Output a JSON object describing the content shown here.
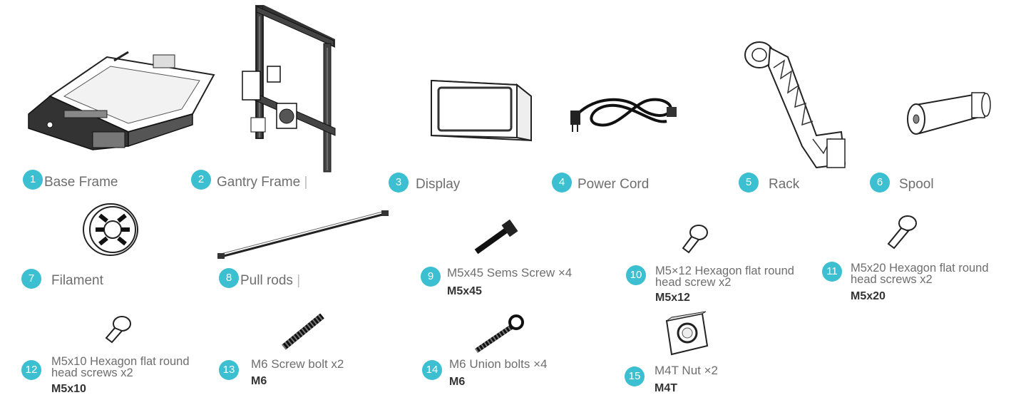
{
  "parts": [
    {
      "num": "1",
      "name": "Base Frame"
    },
    {
      "num": "2",
      "name": "Gantry Frame"
    },
    {
      "num": "3",
      "name": "Display"
    },
    {
      "num": "4",
      "name": "Power Cord"
    },
    {
      "num": "5",
      "name": "Rack"
    },
    {
      "num": "6",
      "name": "Spool"
    },
    {
      "num": "7",
      "name": "Filament"
    },
    {
      "num": "8",
      "name": "Pull rods"
    },
    {
      "num": "9",
      "name": "M5x45 Sems Screw  ×4",
      "code": "M5x45"
    },
    {
      "num": "10",
      "name": "M5×12 Hexagon flat round head screw x2",
      "code": "M5x12"
    },
    {
      "num": "11",
      "name": "M5x20 Hexagon flat round head screws x2",
      "code": "M5x20"
    },
    {
      "num": "12",
      "name": "M5x10 Hexagon flat round head screws x2",
      "code": "M5x10"
    },
    {
      "num": "13",
      "name": "M6 Screw bolt x2",
      "code": "M6"
    },
    {
      "num": "14",
      "name": "M6 Union bolts ×4",
      "code": "M6"
    },
    {
      "num": "15",
      "name": "M4T Nut ×2",
      "code": "M4T"
    }
  ],
  "accent_color": "#3cbfd0"
}
